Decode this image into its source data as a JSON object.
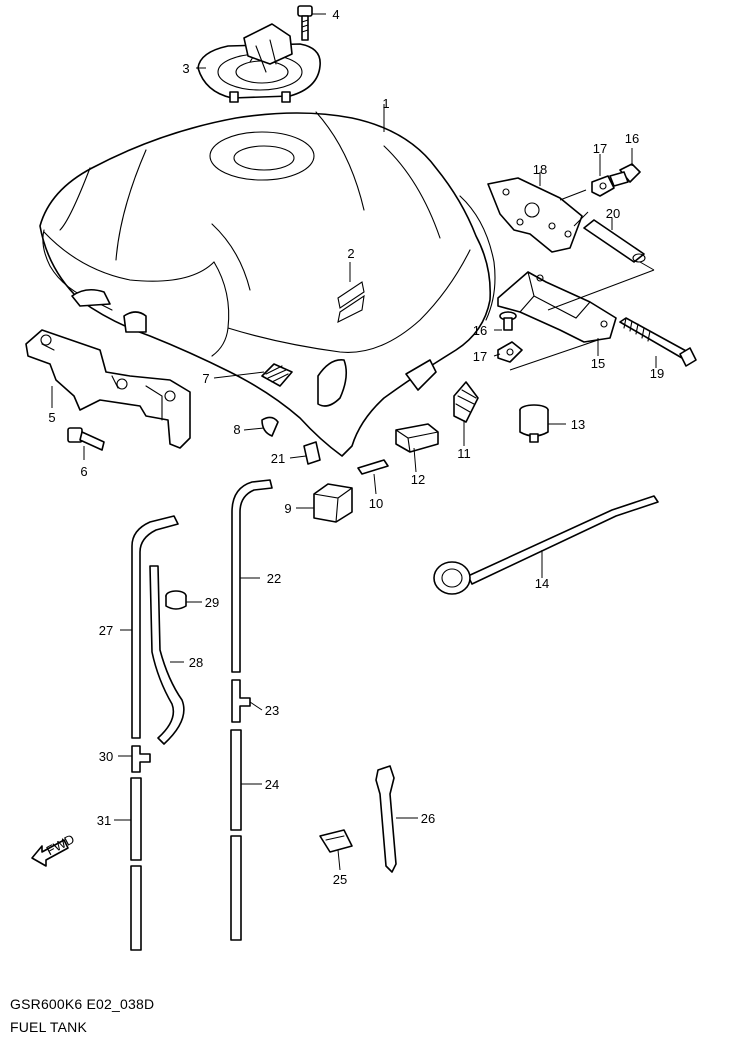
{
  "diagram": {
    "code": "GSR600K6 E02_038D",
    "title": "FUEL TANK",
    "fwd_label": "FWD",
    "callouts": [
      "1",
      "2",
      "3",
      "4",
      "5",
      "6",
      "7",
      "8",
      "9",
      "10",
      "11",
      "12",
      "13",
      "14",
      "15",
      "16",
      "16",
      "17",
      "17",
      "18",
      "19",
      "20",
      "21",
      "22",
      "23",
      "24",
      "25",
      "26",
      "27",
      "28",
      "29",
      "30",
      "31"
    ]
  }
}
